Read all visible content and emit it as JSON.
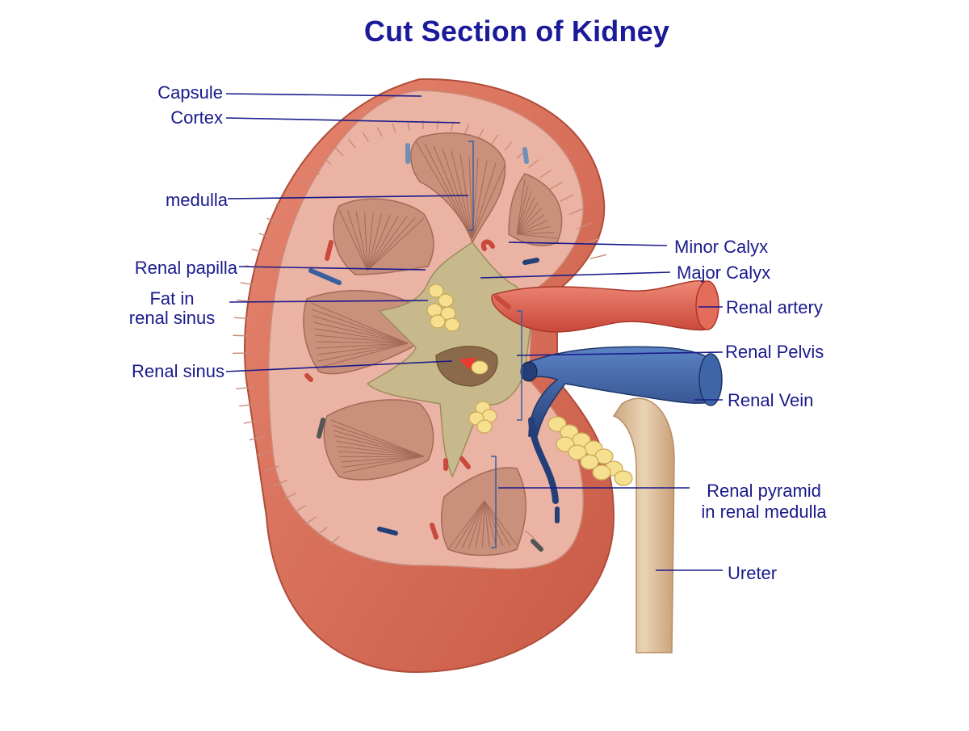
{
  "title": "Cut Section of  Kidney",
  "labels": {
    "capsule": "Capsule",
    "cortex": "Cortex",
    "medulla": "medulla",
    "renal_papilla": "Renal papilla",
    "fat_line1": "Fat in",
    "fat_line2": "renal sinus",
    "renal_sinus": "Renal sinus",
    "minor_calyx": "Minor Calyx",
    "major_calyx": "Major Calyx",
    "renal_artery": "Renal artery",
    "renal_pelvis": "Renal Pelvis",
    "renal_vein": "Renal Vein",
    "pyramid_line1": "Renal pyramid",
    "pyramid_line2": "in renal medulla",
    "ureter": "Ureter"
  },
  "colors": {
    "label_text": "#1a1a8c",
    "leader_line": "#1a1a8c",
    "capsule": "#d9765f",
    "cortex": "#eab3a3",
    "pyramid": "#c9907c",
    "sinus_tan": "#c8b98c",
    "artery": "#d95a4a",
    "vein": "#3a5e9e",
    "fat": "#f6df8e",
    "ureter": "#e2c6a4"
  }
}
